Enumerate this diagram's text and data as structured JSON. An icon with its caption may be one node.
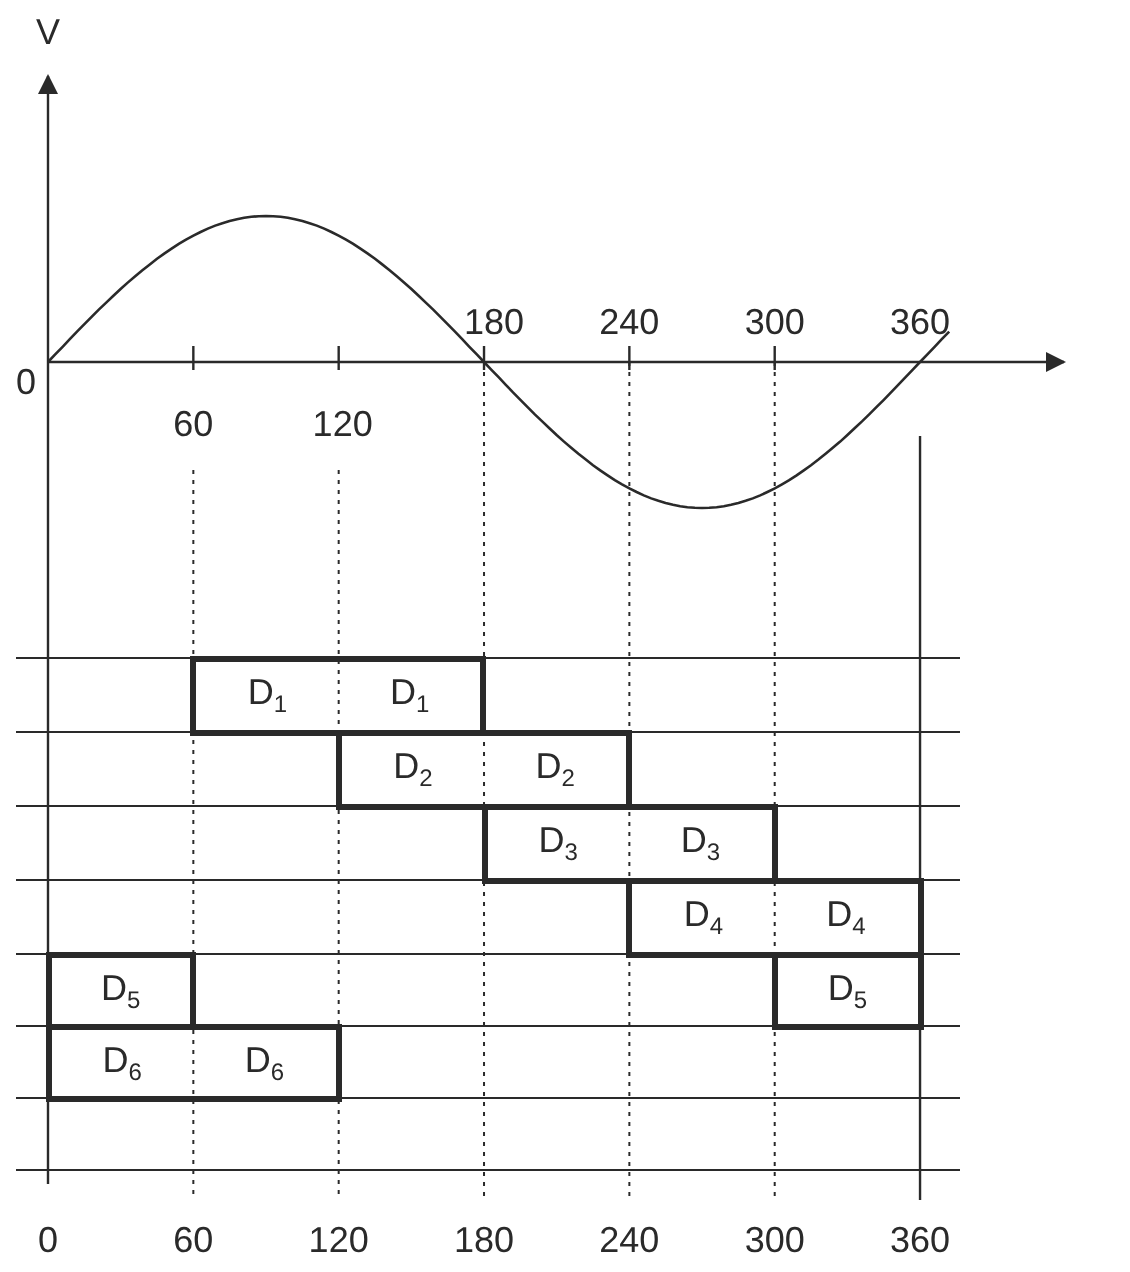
{
  "diagram": {
    "nodes": [
      {
        "text": [
          "D$_{1}$",
          "D$_{1}$"
        ]
      },
      {
        "text": [
          "D$_{2}$",
          "D$_{2}$"
        ]
      },
      {
        "text": [
          "D$_{3}$",
          "D$_{3}$"
        ]
      },
      {
        "text": [
          "D$_{4}$",
          "D$_{4}$"
        ]
      },
      {
        "text": [
          "D$_{5}$"
        ]
      },
      {
        "text": [
          "D$_{5}$"
        ]
      },
      {
        "text": [
          "D$_{6}$",
          "D$_{6}$"
        ]
      }
    ],
    "labels": [
      "V",
      "0",
      "180",
      "240",
      "300",
      "360",
      "60",
      "120",
      "0",
      "60",
      "120",
      "180",
      "240",
      "300",
      "360"
    ]
  }
}
